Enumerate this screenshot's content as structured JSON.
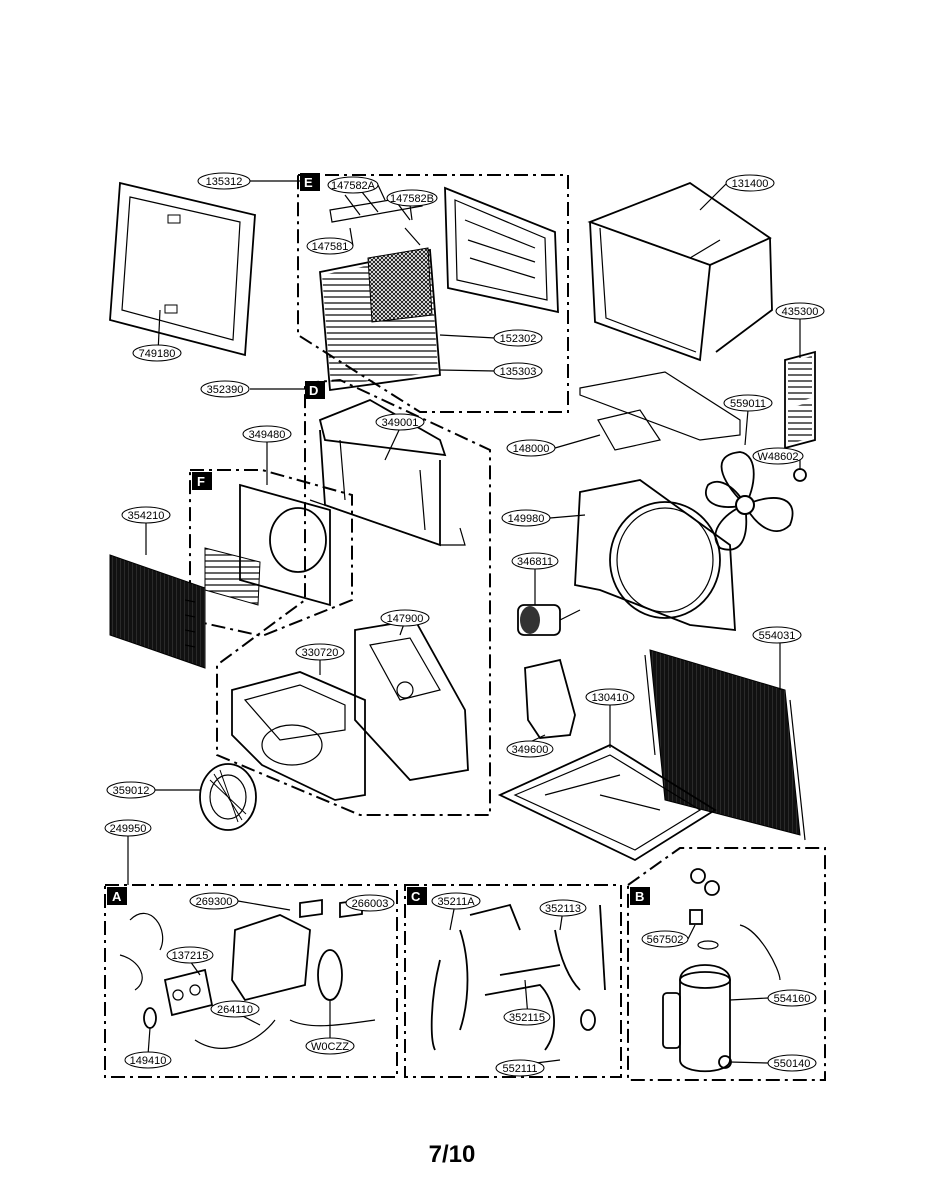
{
  "page_number": "7/10",
  "sections": [
    "A",
    "B",
    "C",
    "D",
    "E",
    "F"
  ],
  "part_labels": [
    "135312",
    "147582A",
    "147582B",
    "147581",
    "152302",
    "135303",
    "131400",
    "435300",
    "749180",
    "352390",
    "349480",
    "349001",
    "559011",
    "148000",
    "W48602",
    "149980",
    "354210",
    "346811",
    "147900",
    "330720",
    "554031",
    "130410",
    "349600",
    "359012",
    "249950",
    "269300",
    "266003",
    "137215",
    "264110",
    "W0CZZ",
    "149410",
    "35211A",
    "352113",
    "352115",
    "552111",
    "567502",
    "554160",
    "550140"
  ]
}
